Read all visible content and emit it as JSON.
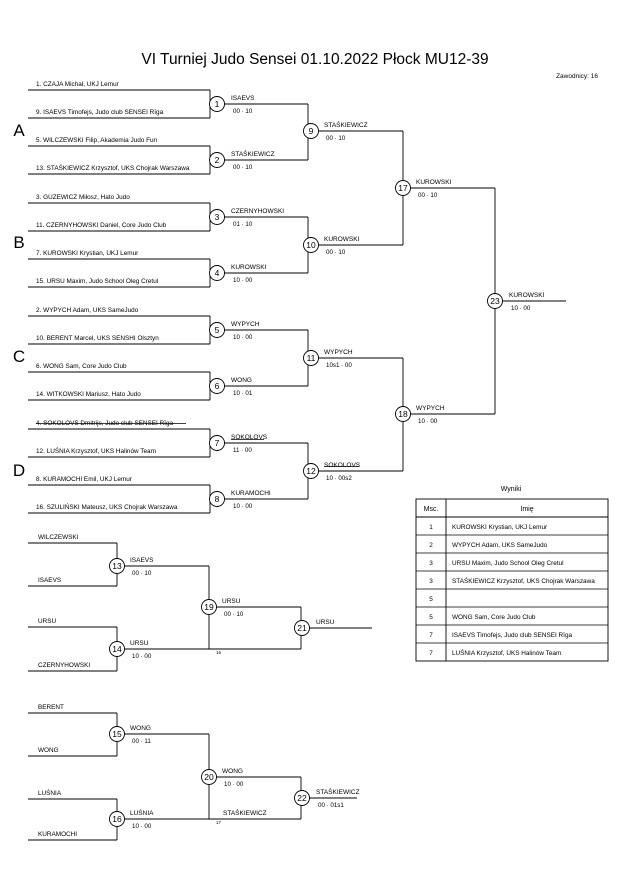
{
  "title": "VI Turniej Judo Sensei  01.10.2022  Płock   MU12-39",
  "count_label": "Zawodnicy: 16",
  "groups": [
    "A",
    "B",
    "C",
    "D"
  ],
  "entries": [
    "1. CZAJA Michał, UKJ Lemur",
    "9. ISAEVS Timofejs, Judo club SENSEI Rīga",
    "5. WILCZEWSKI Filip, Akademia Judo Fun",
    "13. STAŚKIEWICZ Krzysztof, UKS Chojrak Warszawa",
    "3. GUZEWICZ Miłosz, Hato Judo",
    "11. CZERNYHOWSKI Daniel, Core Judo Club",
    "7. KUROWSKI Krystian, UKJ Lemur",
    "15. URSU Maxim, Judo School Oleg Cretul",
    "2. WYPYCH Adam, UKS SameJudo",
    "10. BERENT Marcel, UKS SENSHI Olsztyn",
    "6. WONG Sam, Core Judo Club",
    "14. WITKOWSKI Mariusz, Hato Judo",
    "4. SOKOLOVS Dmitrijs, Judo club SENSEI Rīga",
    "12. LUŚNIA Krzysztof, UKS Halinów Team",
    "8. KURAMOCHI Emil, UKJ Lemur",
    "16. SZULIŃSKI Mateusz, UKS Chojrak Warszawa"
  ],
  "bouts": [
    {
      "num": "1",
      "winner": "ISAEVS",
      "score": "00 · 10"
    },
    {
      "num": "2",
      "winner": "STAŚKIEWICZ",
      "score": "00 · 10"
    },
    {
      "num": "3",
      "winner": "CZERNYHOWSKI",
      "score": "01 · 10"
    },
    {
      "num": "4",
      "winner": "KUROWSKI",
      "score": "10 · 00"
    },
    {
      "num": "5",
      "winner": "WYPYCH",
      "score": "10 · 00"
    },
    {
      "num": "6",
      "winner": "WONG",
      "score": "10 · 01"
    },
    {
      "num": "7",
      "winner": "SOKOLOVS",
      "score": "11 · 00"
    },
    {
      "num": "8",
      "winner": "KURAMOCHI",
      "score": "10 · 00"
    },
    {
      "num": "9",
      "winner": "STAŚKIEWICZ",
      "score": "00 · 10"
    },
    {
      "num": "10",
      "winner": "KUROWSKI",
      "score": "00 · 10"
    },
    {
      "num": "11",
      "winner": "WYPYCH",
      "score": "10s1 · 00"
    },
    {
      "num": "12",
      "winner": "SOKOLOVS",
      "score": "10 · 00s2"
    },
    {
      "num": "17",
      "winner": "KUROWSKI",
      "score": "00 · 10"
    },
    {
      "num": "18",
      "winner": "WYPYCH",
      "score": "10 · 00"
    },
    {
      "num": "23",
      "winner": "KUROWSKI",
      "score": "10 · 00"
    }
  ],
  "repechage": {
    "entrants": [
      "WILCZEWSKI",
      "ISAEVS",
      "URSU",
      "CZERNYHOWSKI",
      "BERENT",
      "WONG",
      "LUŚNIA",
      "KURAMOCHI"
    ],
    "bouts": [
      {
        "num": "13",
        "winner": "ISAEVS",
        "score": "00 · 10"
      },
      {
        "num": "14",
        "winner": "URSU",
        "score": "10 · 00"
      },
      {
        "num": "19",
        "winner": "URSU",
        "score": "00 · 10"
      },
      {
        "num": "21",
        "winner": "URSU",
        "score": ""
      },
      {
        "num": "15",
        "winner": "WONG",
        "score": "00 · 11"
      },
      {
        "num": "16",
        "winner": "LUŚNIA",
        "score": "10 · 00"
      },
      {
        "num": "20",
        "winner": "WONG",
        "score": "10 · 00"
      },
      {
        "num": "22",
        "winner": "STAŚKIEWICZ",
        "score": "00 · 01s1"
      }
    ],
    "staskiewicz_label": "STAŚKIEWICZ",
    "small_16": "16",
    "small_17": "17"
  },
  "results": {
    "title": "Wyniki",
    "col_place": "Msc.",
    "col_name": "Imię",
    "rows": [
      {
        "place": "1",
        "name": "KUROWSKI Krystian, UKJ Lemur"
      },
      {
        "place": "2",
        "name": "WYPYCH Adam, UKS SameJudo"
      },
      {
        "place": "3",
        "name": "URSU Maxim, Judo School Oleg Cretul"
      },
      {
        "place": "3",
        "name": "STAŚKIEWICZ Krzysztof, UKS Chojrak Warszawa"
      },
      {
        "place": "5",
        "name": ""
      },
      {
        "place": "5",
        "name": "WONG Sam, Core Judo Club"
      },
      {
        "place": "7",
        "name": "ISAEVS Timofejs, Judo club SENSEI Rīga"
      },
      {
        "place": "7",
        "name": "LUŚNIA Krzysztof, UKS Halinów Team"
      }
    ]
  }
}
